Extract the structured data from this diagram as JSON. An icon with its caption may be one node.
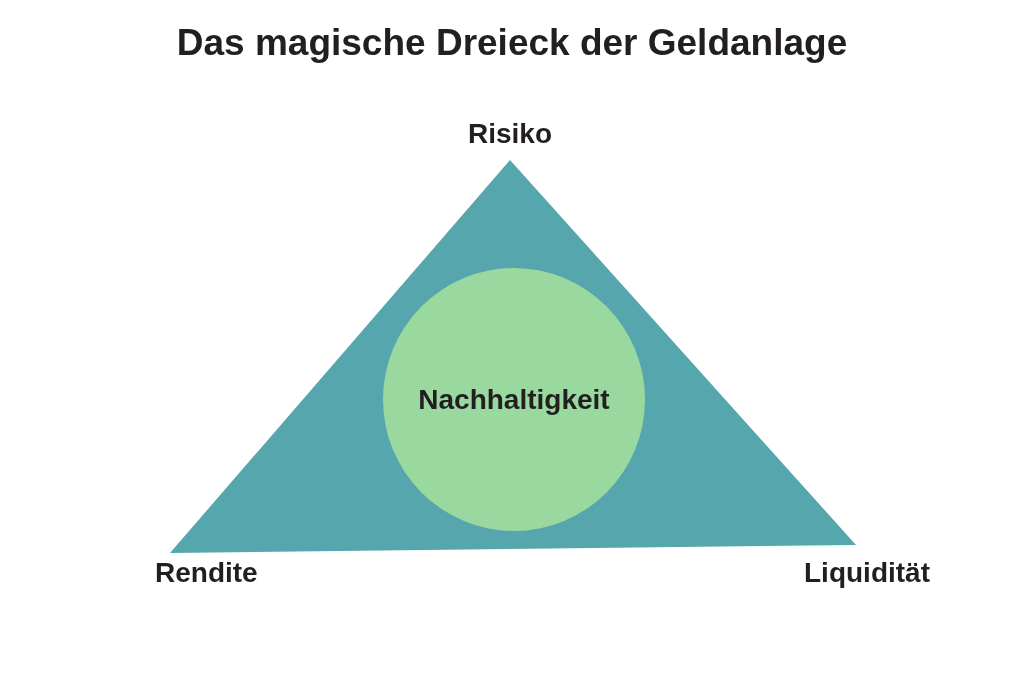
{
  "diagram": {
    "title": "Das magische Dreieck der Geldanlage",
    "nodes": [
      {
        "text": [],
        "shape": "triangle"
      },
      {
        "text": [
          "Nachhaltigkeit"
        ],
        "in": 0
      }
    ],
    "labels": [
      "Risiko",
      "Rendite",
      "Liquidität"
    ]
  }
}
